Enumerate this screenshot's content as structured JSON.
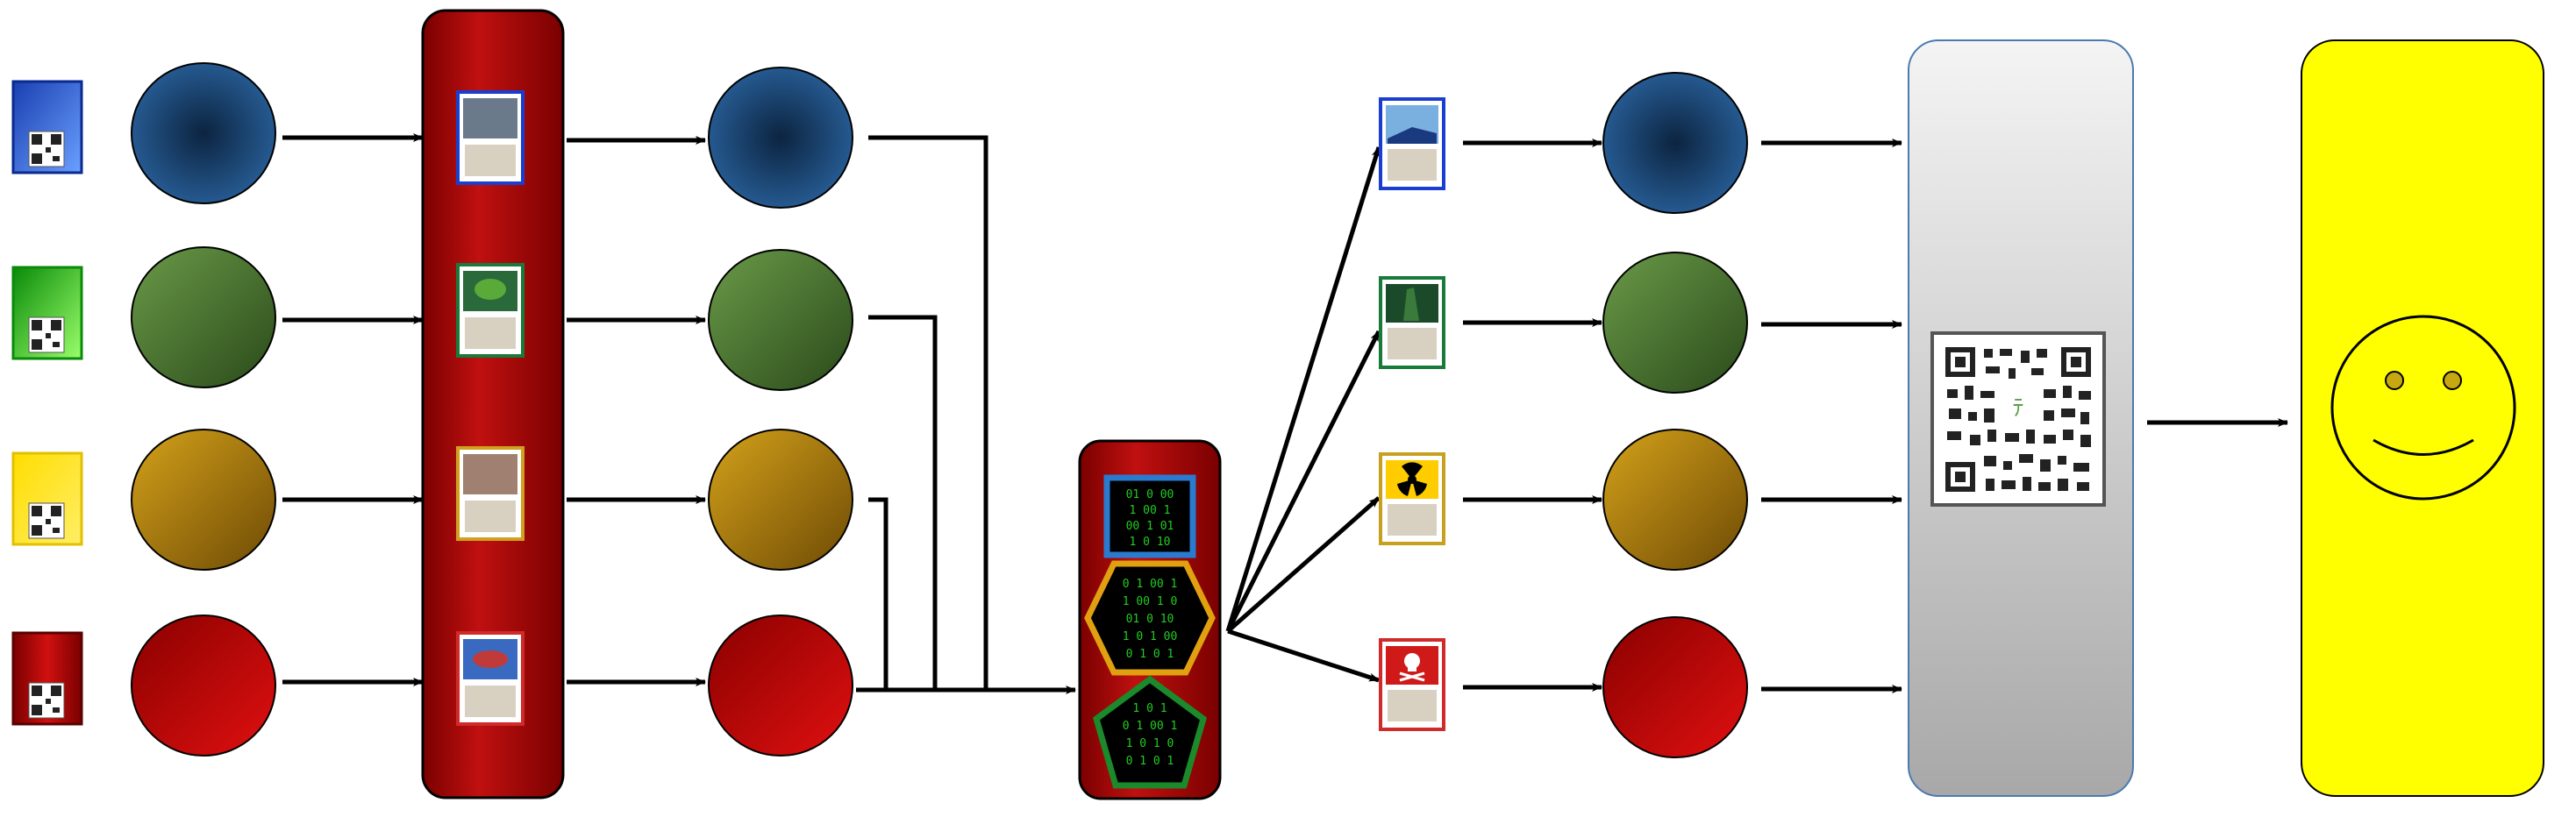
{
  "colors": {
    "blue": "#1b4d7e",
    "green": "#4d7a32",
    "yellow": "#b88a0a",
    "red": "#b30a0a",
    "panel_red": "#a80a0a",
    "panel_gray": "#c8c8c8",
    "panel_yellow": "#ffff00",
    "arrow": "#000000"
  },
  "nodes": {
    "input_thumbnails": [
      {
        "name": "blue-qr-thumbnail",
        "color": "blue"
      },
      {
        "name": "green-qr-thumbnail",
        "color": "green"
      },
      {
        "name": "yellow-qr-thumbnail",
        "color": "yellow"
      },
      {
        "name": "red-qr-thumbnail",
        "color": "red"
      }
    ],
    "first_circles": [
      "blue",
      "green",
      "yellow",
      "red"
    ],
    "card_column_cards": [
      "blue",
      "green",
      "yellow",
      "red"
    ],
    "second_circles": [
      "blue",
      "green",
      "yellow",
      "red"
    ],
    "binary_shapes": [
      "square-blue",
      "hexagon-yellow",
      "pentagon-green"
    ],
    "output_cards": [
      {
        "color": "blue",
        "icon": "sky-icon"
      },
      {
        "color": "green",
        "icon": "tree-icon"
      },
      {
        "color": "yellow",
        "icon": "radiation-icon"
      },
      {
        "color": "red",
        "icon": "skull-icon"
      }
    ],
    "third_circles": [
      "blue",
      "green",
      "yellow",
      "red"
    ],
    "qr_panel": {
      "icon": "qr-code-icon"
    },
    "final_panel": {
      "icon": "smiley-face-icon"
    }
  }
}
